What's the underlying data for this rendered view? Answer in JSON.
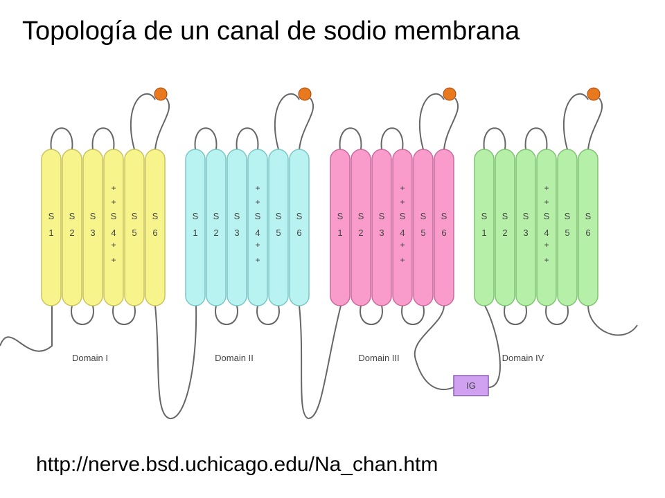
{
  "title": "Topología de un canal de sodio membrana",
  "source_url": "http://nerve.bsd.uchicago.edu/Na_chan.htm",
  "domains": [
    {
      "label": "Domain I",
      "fill": "#f7f48c",
      "stroke": "#c9c35a"
    },
    {
      "label": "Domain II",
      "fill": "#b8f3f1",
      "stroke": "#79c6c6"
    },
    {
      "label": "Domain III",
      "fill": "#f99ccb",
      "stroke": "#c96a9d"
    },
    {
      "label": "Domain IV",
      "fill": "#b6f0a8",
      "stroke": "#7ec271"
    }
  ],
  "segments": [
    {
      "letter": "S",
      "number": "1"
    },
    {
      "letter": "S",
      "number": "2"
    },
    {
      "letter": "S",
      "number": "3"
    },
    {
      "letter": "S",
      "number": "4"
    },
    {
      "letter": "S",
      "number": "5"
    },
    {
      "letter": "S",
      "number": "6"
    }
  ],
  "s4_charge": "+",
  "ig_label": "IG",
  "colors": {
    "ig_fill": "#cfa1f0",
    "ig_stroke": "#8a5fb0",
    "pore_dot": "#e8791f",
    "pore_dot_stroke": "#a6480d",
    "chain": "#666666",
    "segment_text": "#444444"
  }
}
